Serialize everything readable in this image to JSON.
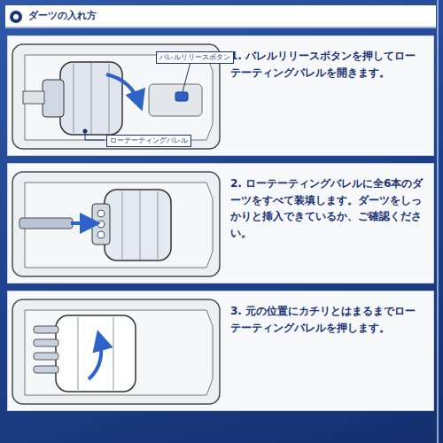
{
  "diagram": {
    "title": "ダーツの入れ方",
    "nodes": [
      {
        "text": [
          "1. バレルリリースボタンを押してローテーティングバレルを開きます。"
        ]
      },
      {
        "text": [
          "2. ローテーティングバレルに全6本のダーツをすべて装填します。ダーツをしっかりと挿入できているか、ご確認ください。"
        ]
      },
      {
        "text": [
          "3. 元の位置にカチリとはまるまでローテーティングバレルを押します。"
        ]
      }
    ],
    "labels": [
      "バレルリリースボタン",
      "ローテーティングバレル"
    ]
  }
}
